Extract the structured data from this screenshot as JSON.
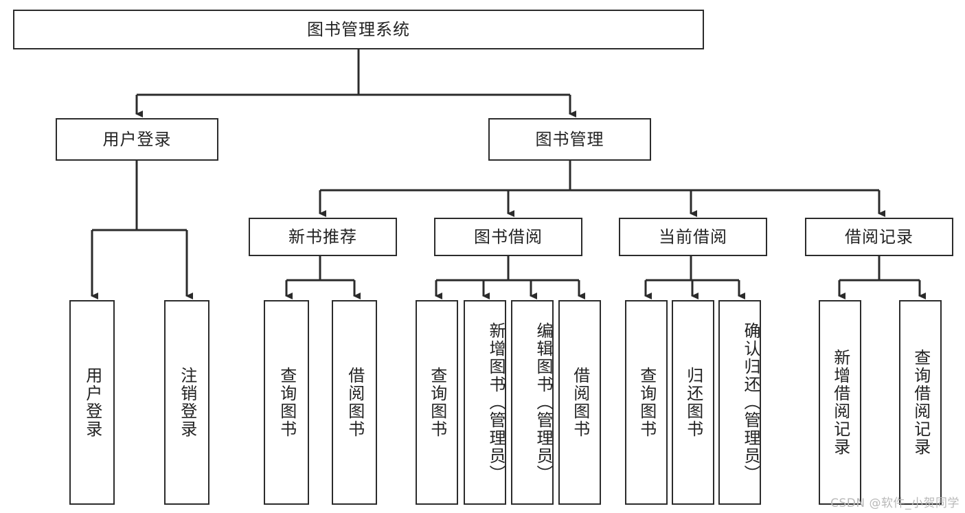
{
  "diagram": {
    "title": "图书管理系统",
    "type": "tree-hierarchy",
    "background_color": "#ffffff",
    "line_color": "#2b2b2b",
    "text_color": "#222222",
    "watermark": "CSDN @软件_小贺同学"
  },
  "nodes": {
    "root": {
      "label": "图书管理系统",
      "level": 0
    },
    "level1": [
      {
        "id": "user-login",
        "label": "用户登录"
      },
      {
        "id": "book-manage",
        "label": "图书管理"
      }
    ],
    "level2": [
      {
        "id": "new-book-recommend",
        "label": "新书推荐",
        "parent": "book-manage"
      },
      {
        "id": "book-borrow",
        "label": "图书借阅",
        "parent": "book-manage"
      },
      {
        "id": "current-borrow",
        "label": "当前借阅",
        "parent": "book-manage"
      },
      {
        "id": "borrow-record",
        "label": "借阅记录",
        "parent": "book-manage"
      }
    ],
    "leaves": [
      {
        "id": "leaf-user-login",
        "label": "用户登录",
        "parent": "user-login"
      },
      {
        "id": "leaf-logout",
        "label": "注销登录",
        "parent": "user-login"
      },
      {
        "id": "leaf-query-book-1",
        "label": "查询图书",
        "parent": "new-book-recommend"
      },
      {
        "id": "leaf-borrow-book-1",
        "label": "借阅图书",
        "parent": "new-book-recommend"
      },
      {
        "id": "leaf-query-book-2",
        "label": "查询图书",
        "parent": "book-borrow"
      },
      {
        "id": "leaf-add-book",
        "label": "新增图书（管理员）",
        "parent": "book-borrow"
      },
      {
        "id": "leaf-edit-book",
        "label": "编辑图书（管理员）",
        "parent": "book-borrow"
      },
      {
        "id": "leaf-borrow-book-2",
        "label": "借阅图书",
        "parent": "book-borrow"
      },
      {
        "id": "leaf-query-book-3",
        "label": "查询图书",
        "parent": "current-borrow"
      },
      {
        "id": "leaf-return-book",
        "label": "归还图书",
        "parent": "current-borrow"
      },
      {
        "id": "leaf-confirm-return",
        "label": "确认归还（管理员）",
        "parent": "current-borrow"
      },
      {
        "id": "leaf-add-record",
        "label": "新增借阅记录",
        "parent": "borrow-record"
      },
      {
        "id": "leaf-query-record",
        "label": "查询借阅记录",
        "parent": "borrow-record"
      }
    ]
  }
}
